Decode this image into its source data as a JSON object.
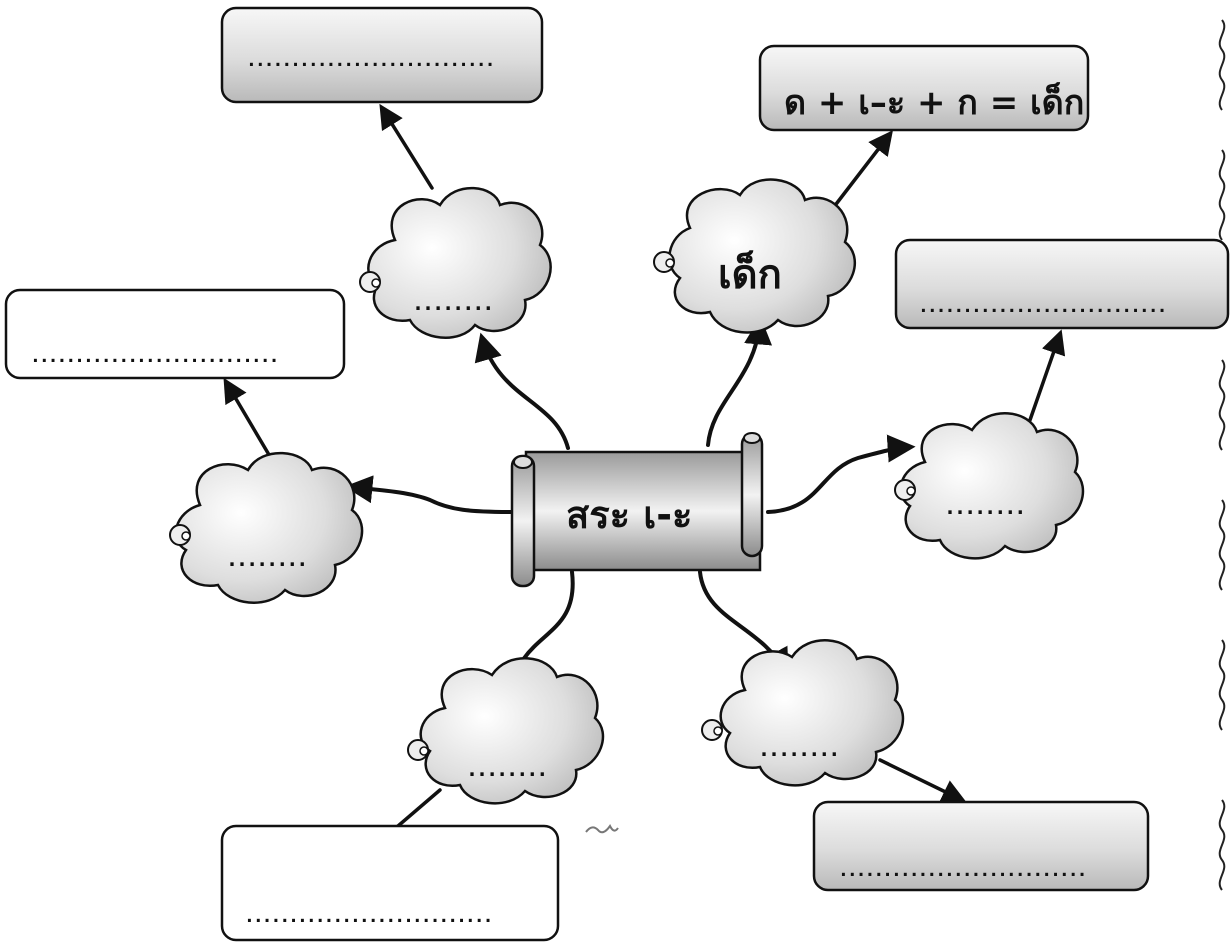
{
  "center": {
    "label": "สระ เ-ะ"
  },
  "example": {
    "cloud_word": "เด็ก",
    "box_text": "ด + เ–ะ + ก = เด็ก"
  },
  "blanks": {
    "cloud_dots": "........",
    "box_dots": "............................"
  },
  "colors": {
    "ink": "#111111",
    "shape_fill": "#cfcfcf",
    "shape_light": "#f4f4f4"
  }
}
